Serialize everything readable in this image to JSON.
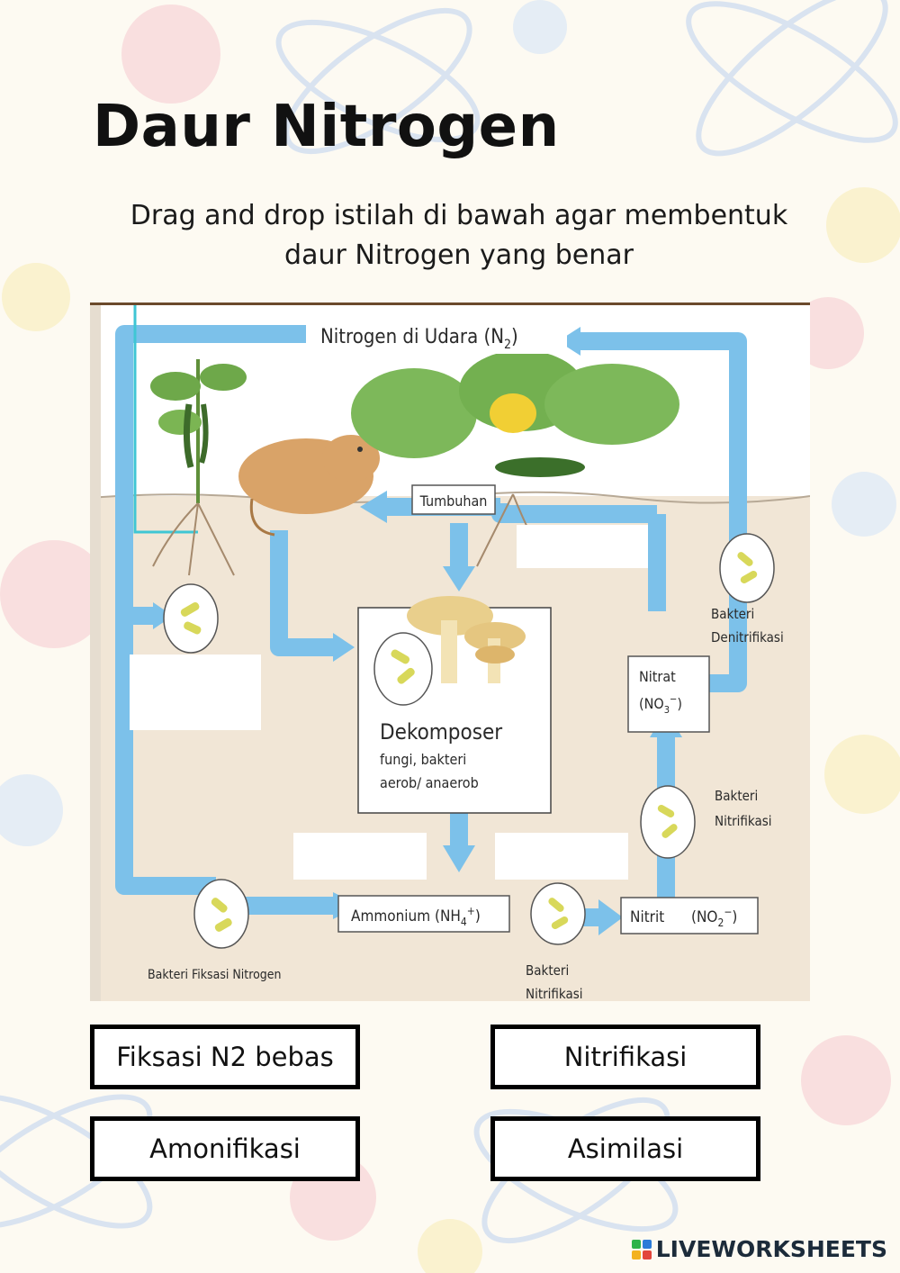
{
  "page": {
    "title": "Daur Nitrogen",
    "instructions": "Drag and drop istilah di bawah agar membentuk daur Nitrogen yang benar"
  },
  "diagram": {
    "air_nitrogen_label": "Nitrogen di Udara (N",
    "air_nitrogen_sub": "2",
    "air_nitrogen_close": ")",
    "plant_label": "Tumbuhan",
    "decomposer_title": "Dekomposer",
    "decomposer_line1": "fungi, bakteri",
    "decomposer_line2": "aerob/ anaerob",
    "ammonium_label": "Ammonium (NH",
    "ammonium_sub": "4",
    "ammonium_sup": "+",
    "ammonium_close": ")",
    "nitrite_label": "Nitrit",
    "nitrite_formula": "(NO",
    "nitrite_sub": "2",
    "nitrite_sup": "−",
    "nitrite_close": ")",
    "nitrate_label": "Nitrat",
    "nitrate_formula": "(NO",
    "nitrate_sub": "3",
    "nitrate_sup": "−",
    "nitrate_close": ")",
    "denitrification_line1": "Bakteri",
    "denitrification_line2": "Denitrifikasi",
    "nitrification_right_line1": "Bakteri",
    "nitrification_right_line2": "Nitrifikasi",
    "nitrification_bottom_line1": "Bakteri",
    "nitrification_bottom_line2": "Nitrifikasi",
    "fixation_label": "Bakteri Fiksasi Nitrogen"
  },
  "options": [
    {
      "label": "Fiksasi N2 bebas"
    },
    {
      "label": "Nitrifikasi"
    },
    {
      "label": "Amonifikasi"
    },
    {
      "label": "Asimilasi"
    }
  ],
  "brand": {
    "name": "LIVEWORKSHEETS"
  },
  "colors": {
    "arrow": "#7cc1ea",
    "soil": "#f1e6d6",
    "sky": "#ffffff",
    "text": "#111111"
  }
}
